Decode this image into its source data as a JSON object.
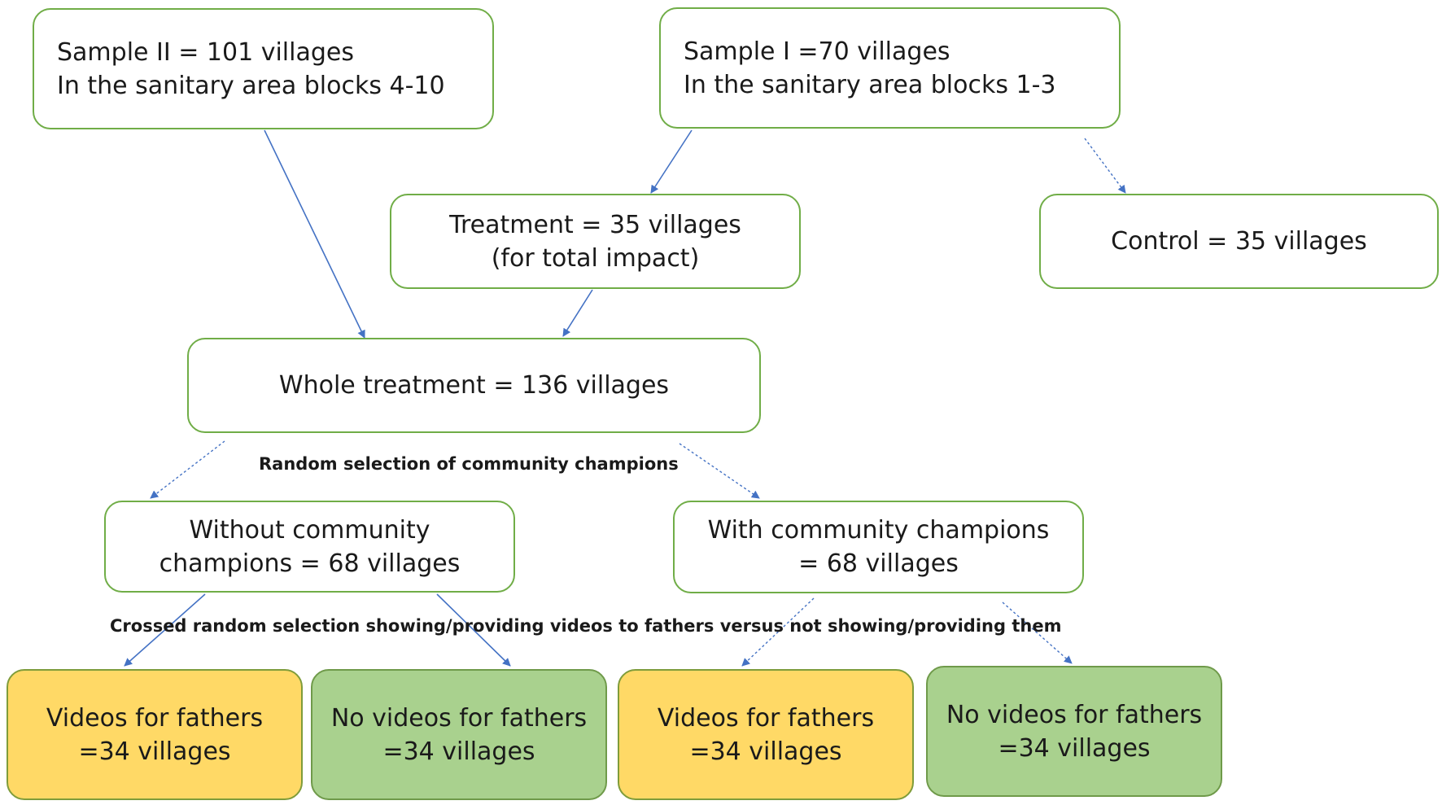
{
  "boxes": {
    "sample2": {
      "line1": "Sample II = 101 villages",
      "line2": "In the sanitary area blocks 4-10"
    },
    "sample1": {
      "line1": "Sample I =70 villages",
      "line2": "In the sanitary area blocks 1-3"
    },
    "treatment": {
      "line1": "Treatment = 35 villages",
      "line2": "(for total impact)"
    },
    "control": {
      "line1": "Control = 35 villages"
    },
    "whole": {
      "line1": "Whole treatment = 136 villages"
    },
    "without": {
      "line1": "Without community",
      "line2": "champions = 68 villages"
    },
    "with": {
      "line1": "With community champions",
      "line2": "= 68 villages"
    },
    "videos_a": {
      "line1": "Videos for fathers",
      "line2": "=34 villages"
    },
    "novideos_a": {
      "line1": "No videos for fathers",
      "line2": "=34 villages"
    },
    "videos_b": {
      "line1": "Videos for fathers",
      "line2": "=34 villages"
    },
    "novideos_b": {
      "line1": "No videos for fathers",
      "line2": "=34 villages"
    }
  },
  "captions": {
    "champions": "Random selection of community champions",
    "videos": "Crossed random selection showing/providing videos to fathers versus not showing/providing them"
  },
  "colors": {
    "box_border": "#70ad47",
    "arrow": "#4472c4",
    "videos_fill": "#ffd966",
    "novideos_fill": "#a9d18e"
  }
}
